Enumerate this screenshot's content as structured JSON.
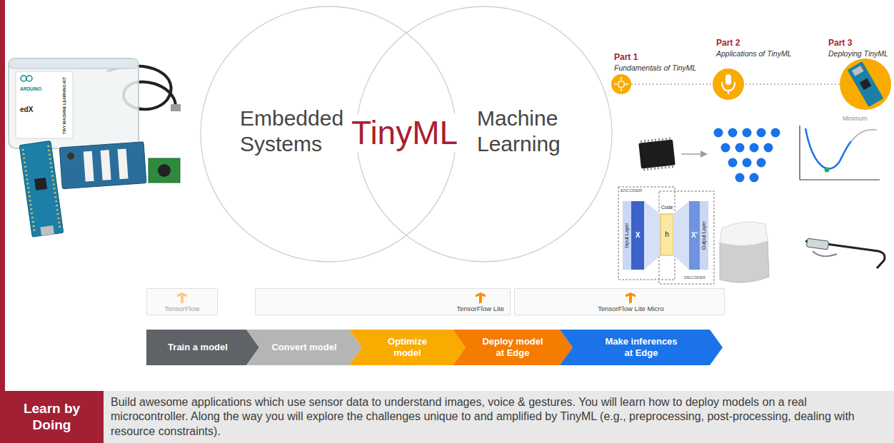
{
  "diagram": {
    "nodes": [
      {
        "text": [
          "Embedded Systems"
        ]
      },
      {
        "text": [
          "Machine Learning"
        ]
      },
      {
        "text": [
          "TensorFlow"
        ]
      },
      {
        "text": [
          "TensorFlow Lite"
        ]
      },
      {
        "text": [
          "TensorFlow Lite Micro"
        ]
      },
      {
        "text": [
          "Train a model"
        ]
      },
      {
        "text": [
          "Convert model"
        ]
      },
      {
        "text": [
          "Optimize model"
        ]
      },
      {
        "text": [
          "Deploy model at Edge"
        ]
      },
      {
        "text": [
          "Make inferences at Edge"
        ]
      },
      {
        "text": [
          "Learn by Doing"
        ]
      },
      {
        "text": [
          "Build awesome applications which use sensor data to understand images, voice & gestures. You will learn how to deploy models on a real microcontroller. Along the way you will explore the challenges unique to and amplified by TinyML (e.g., preprocessing, post-processing, dealing with resource constraints)."
        ]
      }
    ],
    "labels": [
      "TinyML",
      "ARDUINO",
      "TINY MACHINE LEARNING KIT",
      "edX",
      "Part 1",
      "Fundamentals of TinyML",
      "Part 2",
      "Applications of TinyML",
      "Part 3",
      "Deploying TinyML",
      "Minimum",
      "ENCODER",
      "Input Layer",
      "X",
      "Code",
      "h",
      "X'",
      "Output Layer",
      "DECODER"
    ]
  }
}
